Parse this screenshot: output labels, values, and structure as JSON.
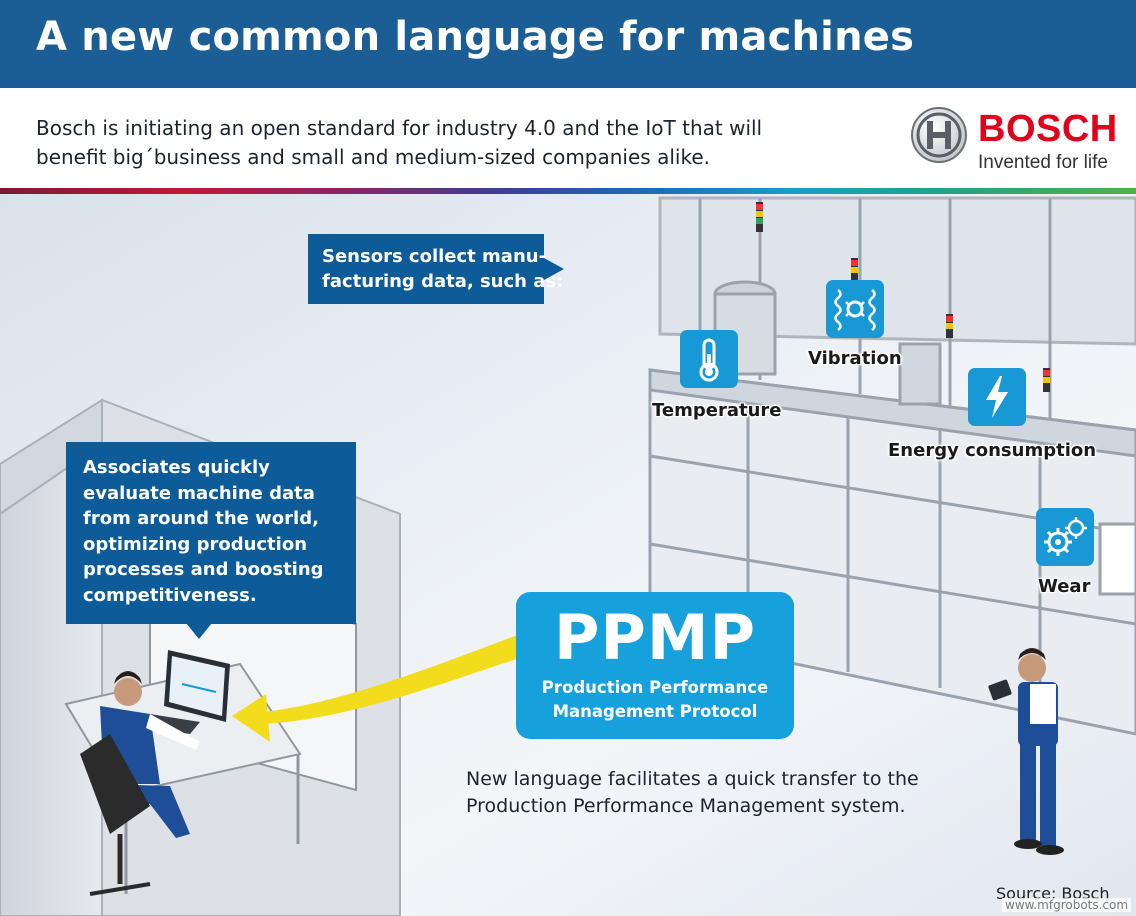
{
  "header": {
    "title": "A new common language for machines"
  },
  "intro": {
    "lines": [
      "Bosch is initiating an open standard for industry 4.0 and the IoT that will",
      "benefit big´business and small and medium-sized companies alike."
    ]
  },
  "brand": {
    "name": "BOSCH",
    "tagline": "Invented for life",
    "color": "#e2001a"
  },
  "callouts": {
    "sensors": {
      "lines": [
        "Sensors collect manu-",
        "facturing data, such as:"
      ]
    },
    "associates": {
      "lines": [
        "Associates quickly",
        "evaluate machine data",
        "from around the world,",
        "optimizing production",
        "processes and boosting",
        "competitiveness."
      ]
    }
  },
  "sensors": [
    {
      "label": "Temperature",
      "icon": "thermometer-icon"
    },
    {
      "label": "Vibration",
      "icon": "vibration-icon"
    },
    {
      "label": "Energy consumption",
      "icon": "lightning-icon"
    },
    {
      "label": "Wear",
      "icon": "gears-icon"
    }
  ],
  "ppmp": {
    "title": "PPMP",
    "subtitle_lines": [
      "Production Performance",
      "Management Protocol"
    ]
  },
  "transfer_note": {
    "lines": [
      "New language facilitates a quick transfer to the",
      "Production Performance Management system."
    ]
  },
  "source": "Source: Bosch",
  "watermark": "www.mfgrobots.com",
  "colors": {
    "header_blue": "#1b5e95",
    "callout_blue": "#0d5b99",
    "ppmp_blue": "#16a0dc",
    "icon_blue": "#1899d6",
    "beam_yellow": "#f3dc1b"
  }
}
